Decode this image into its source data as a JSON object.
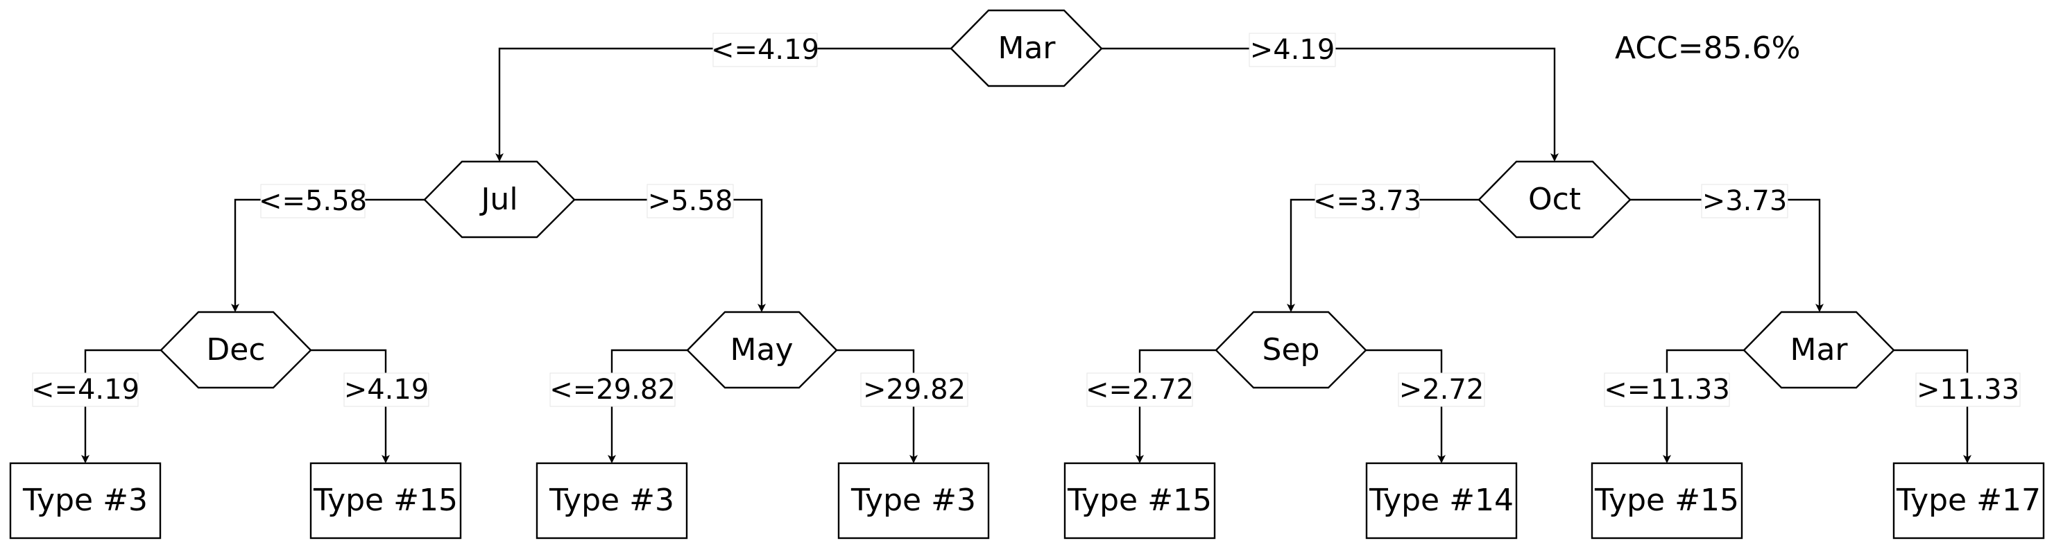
{
  "diagram": {
    "accuracy_label": "ACC=85.6%",
    "nodes": [
      {
        "id": "n0",
        "kind": "decision",
        "label": "Mar"
      },
      {
        "id": "n1",
        "kind": "decision",
        "label": "Jul"
      },
      {
        "id": "n2",
        "kind": "decision",
        "label": "Oct"
      },
      {
        "id": "n3",
        "kind": "decision",
        "label": "Dec"
      },
      {
        "id": "n4",
        "kind": "decision",
        "label": "May"
      },
      {
        "id": "n5",
        "kind": "decision",
        "label": "Sep"
      },
      {
        "id": "n6",
        "kind": "decision",
        "label": "Mar"
      },
      {
        "id": "l1",
        "kind": "leaf",
        "label": "Type #3"
      },
      {
        "id": "l2",
        "kind": "leaf",
        "label": "Type #15"
      },
      {
        "id": "l3",
        "kind": "leaf",
        "label": "Type #3"
      },
      {
        "id": "l4",
        "kind": "leaf",
        "label": "Type #3"
      },
      {
        "id": "l5",
        "kind": "leaf",
        "label": "Type #15"
      },
      {
        "id": "l6",
        "kind": "leaf",
        "label": "Type #14"
      },
      {
        "id": "l7",
        "kind": "leaf",
        "label": "Type #15"
      },
      {
        "id": "l8",
        "kind": "leaf",
        "label": "Type #17"
      }
    ],
    "edges": [
      {
        "from": "n0",
        "to": "n1",
        "label": "<=4.19"
      },
      {
        "from": "n0",
        "to": "n2",
        "label": ">4.19"
      },
      {
        "from": "n1",
        "to": "n3",
        "label": "<=5.58"
      },
      {
        "from": "n1",
        "to": "n4",
        "label": ">5.58"
      },
      {
        "from": "n2",
        "to": "n5",
        "label": "<=3.73"
      },
      {
        "from": "n2",
        "to": "n6",
        "label": ">3.73"
      },
      {
        "from": "n3",
        "to": "l1",
        "label": "<=4.19"
      },
      {
        "from": "n3",
        "to": "l2",
        "label": ">4.19"
      },
      {
        "from": "n4",
        "to": "l3",
        "label": "<=29.82"
      },
      {
        "from": "n4",
        "to": "l4",
        "label": ">29.82"
      },
      {
        "from": "n5",
        "to": "l5",
        "label": "<=2.72"
      },
      {
        "from": "n5",
        "to": "l6",
        "label": ">2.72"
      },
      {
        "from": "n6",
        "to": "l7",
        "label": "<=11.33"
      },
      {
        "from": "n6",
        "to": "l8",
        "label": ">11.33"
      }
    ]
  }
}
